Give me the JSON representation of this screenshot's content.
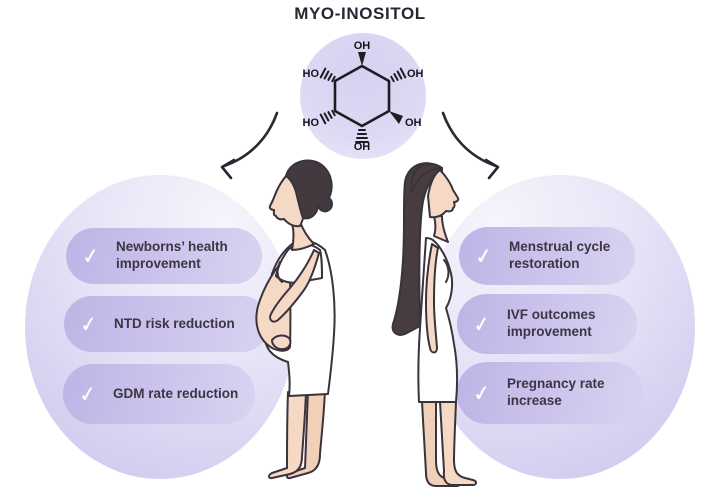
{
  "title": "MYO-INOSITOL",
  "icons": {
    "check": "✓"
  },
  "molecule": {
    "name": "myo-inositol chemical structure",
    "hydroxyl_labels": {
      "top": "OH",
      "upper_left": "HO",
      "upper_right": "OH",
      "lower_left": "HO",
      "lower_right": "OH",
      "bottom": "OH"
    }
  },
  "left_group": {
    "figure": "pregnant-woman",
    "benefits": [
      {
        "label": "Newborns’ health improvement"
      },
      {
        "label": "NTD risk reduction"
      },
      {
        "label": "GDM rate reduction"
      }
    ]
  },
  "right_group": {
    "figure": "non-pregnant-woman",
    "benefits": [
      {
        "label": "Menstrual cycle restoration"
      },
      {
        "label": "IVF outcomes improvement"
      },
      {
        "label": "Pregnancy rate increase"
      }
    ]
  },
  "colors": {
    "text": "#3b3544",
    "text_dark": "#2a2532",
    "line": "#2b2631",
    "pill_dark": "#beb4e6",
    "pill_light": "#d9d3f1",
    "bubble_dark": "#cbc3ec",
    "bubble_light": "#f6f4fc",
    "molecule_circle": "#d9d3f1",
    "check": "#ffffff",
    "skin": "#f6d9c4",
    "hair": "#423a3e",
    "outline": "#3a333c"
  }
}
